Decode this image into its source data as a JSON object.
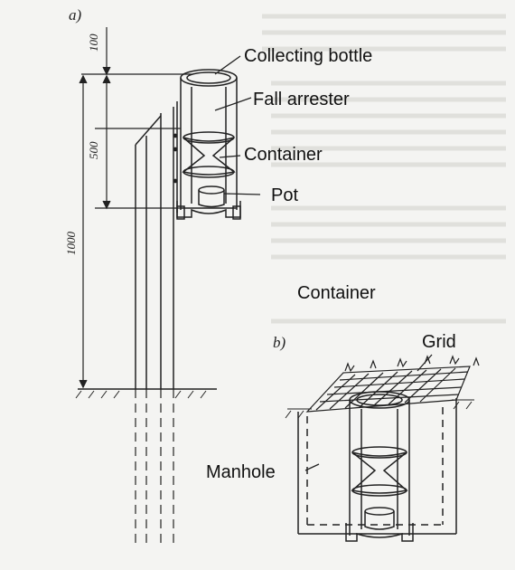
{
  "panels": {
    "a": "a)",
    "b": "b)"
  },
  "labels": {
    "collecting_bottle": "Collecting bottle",
    "fall_arrester": "Fall arrester",
    "container": "Container",
    "pot": "Pot",
    "container_caption": "Container",
    "grid": "Grid",
    "manhole": "Manhole"
  },
  "dimensions": {
    "top": "100",
    "middle": "500",
    "total": "1000"
  }
}
